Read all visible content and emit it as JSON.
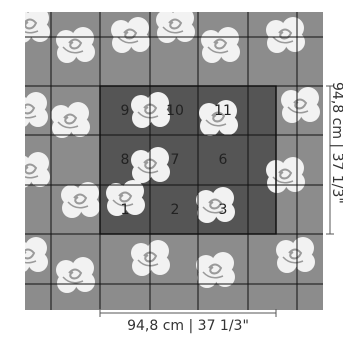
{
  "panel_numbers": {
    "n9": "9",
    "n10": "10",
    "n11": "11",
    "n8": "8",
    "n7": "7",
    "n6": "6",
    "n1": "1",
    "n2": "2",
    "n3": "3"
  },
  "dimensions": {
    "width_label": "94,8 cm | 37 1/3\"",
    "height_label": "94,8 cm | 37 1/3\""
  },
  "colors": {
    "panel_bg": "#8c8c8c",
    "highlight_bg": "#555555",
    "rose": "#f2f2f2",
    "grid_line": "#111111"
  }
}
